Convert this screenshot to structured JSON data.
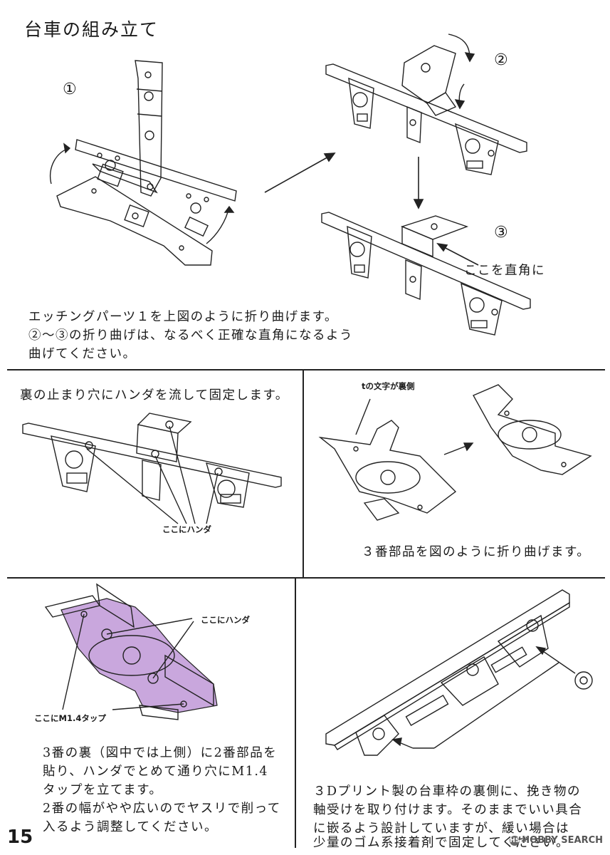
{
  "title": "台車の組み立て",
  "step1": {
    "markers": [
      "①",
      "②",
      "③"
    ],
    "callout": "ここを直角に",
    "text": [
      "エッチングパーツ１を上図のように折り曲げます。",
      "②～③の折り曲げは、なるべく正確な直角になるよう",
      "曲げてください。"
    ]
  },
  "panel_solder": {
    "text": "裏の止まり穴にハンダを流して固定します。",
    "label": "ここにハンダ"
  },
  "panel_part3": {
    "label": "tの文字が裏側",
    "text": "３番部品を図のように折り曲げます。"
  },
  "panel_tap": {
    "label_solder": "ここにハンダ",
    "label_tap": "ここにM1.4タップ",
    "text": [
      "3番の裏（図中では上側）に2番部品を",
      "貼り、ハンダでとめて通り穴にM1.4",
      "タップを立てます。",
      "2番の幅がやや広いのでヤスリで削って",
      "入るよう調整してください。"
    ],
    "fill_color": "#c9a7dd"
  },
  "panel_bearing": {
    "text": [
      "３Dプリント製の台車枠の裏側に、挽き物の",
      "軸受けを取り付けます。そのままでいい具合",
      "に嵌るよう設計していますが、緩い場合は",
      "少量のゴム系接着剤で固定してください。"
    ]
  },
  "page_number": "15",
  "watermark": "HOBBY SEARCH",
  "watermark_logo": "HS"
}
